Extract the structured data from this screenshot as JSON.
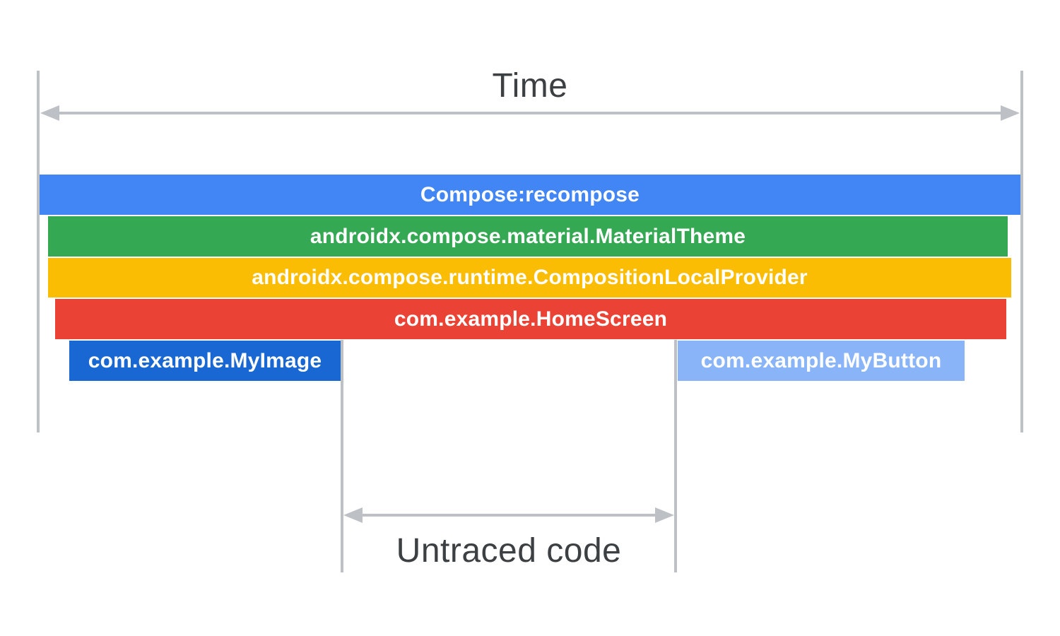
{
  "diagram": {
    "time_axis": {
      "label": "Time"
    },
    "untraced": {
      "label": "Untraced code"
    },
    "bars": [
      {
        "id": "recompose",
        "label": "Compose:recompose",
        "color": "#4285F4"
      },
      {
        "id": "material-theme",
        "label": "androidx.compose.material.MaterialTheme",
        "color": "#34A853"
      },
      {
        "id": "composition-local-provider",
        "label": "androidx.compose.runtime.CompositionLocalProvider",
        "color": "#FBBC04"
      },
      {
        "id": "home-screen",
        "label": "com.example.HomeScreen",
        "color": "#EA4335"
      },
      {
        "id": "my-image",
        "label": "com.example.MyImage",
        "color": "#1967D2"
      },
      {
        "id": "my-button",
        "label": "com.example.MyButton",
        "color": "#8AB4F8"
      }
    ],
    "colors": {
      "line_gray": "#BDC1C6",
      "label_text": "#3C4043",
      "bar_text": "#FFFFFF"
    }
  }
}
